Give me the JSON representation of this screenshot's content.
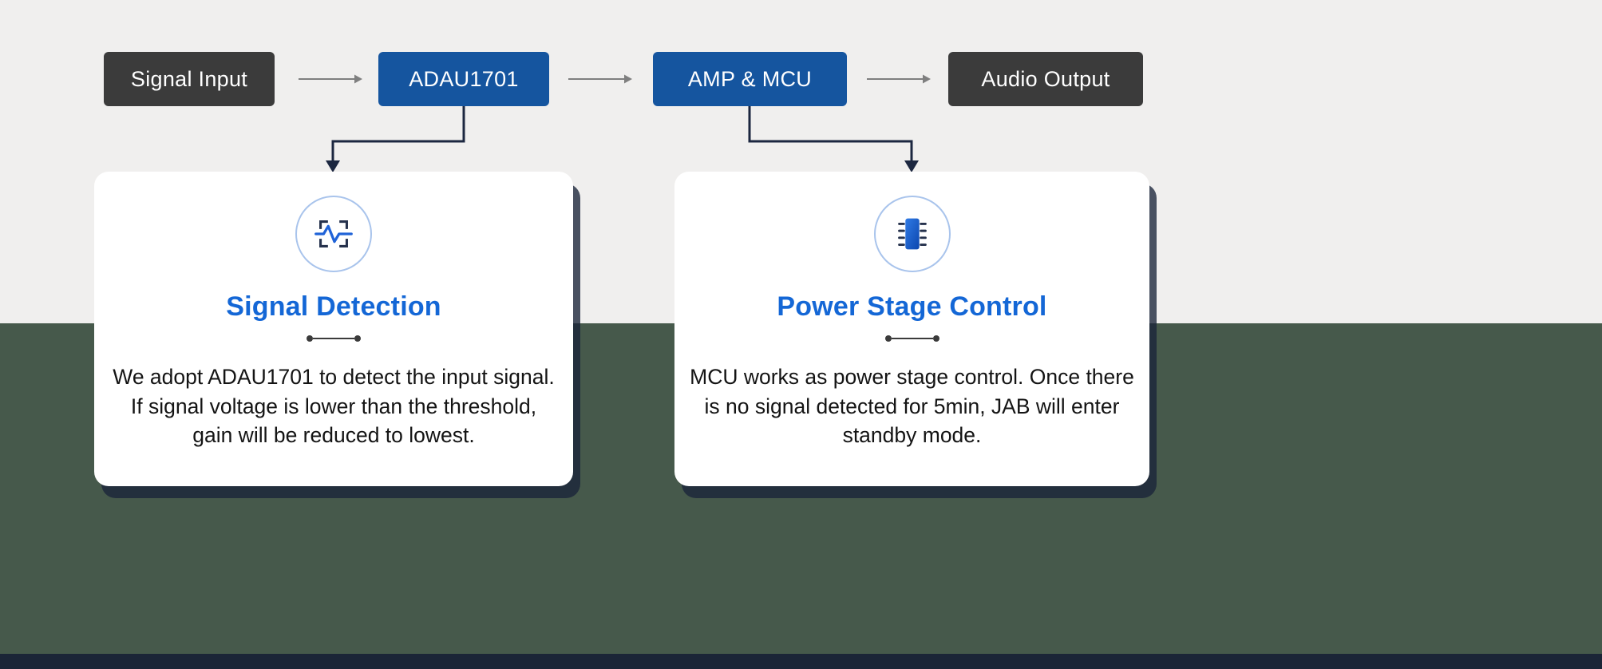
{
  "flow": {
    "nodes": [
      {
        "id": "signal-input",
        "label": "Signal Input",
        "style": "dark"
      },
      {
        "id": "adau1701",
        "label": "ADAU1701",
        "style": "blue"
      },
      {
        "id": "amp-mcu",
        "label": "AMP & MCU",
        "style": "blue"
      },
      {
        "id": "audio-output",
        "label": "Audio Output",
        "style": "dark"
      }
    ]
  },
  "cards": [
    {
      "icon": "waveform-icon",
      "title": "Signal Detection",
      "body": "We adopt ADAU1701 to detect the input signal.\nIf signal voltage is lower than the threshold,\ngain will be reduced to lowest."
    },
    {
      "icon": "chip-icon",
      "title": "Power Stage Control",
      "body": "MCU works as power stage control. Once there\nis no signal detected for 5min, JAB will enter\nstandby mode."
    }
  ],
  "colors": {
    "node_dark": "#3b3b3b",
    "node_blue": "#15559f",
    "accent_blue": "#1467d6",
    "background_top": "#f0efee",
    "background_bottom": "#46594b",
    "background_strip": "#1b2537",
    "connector": "#1c2740",
    "arrow_gray": "#7f7f7f",
    "body_text": "#141414"
  }
}
